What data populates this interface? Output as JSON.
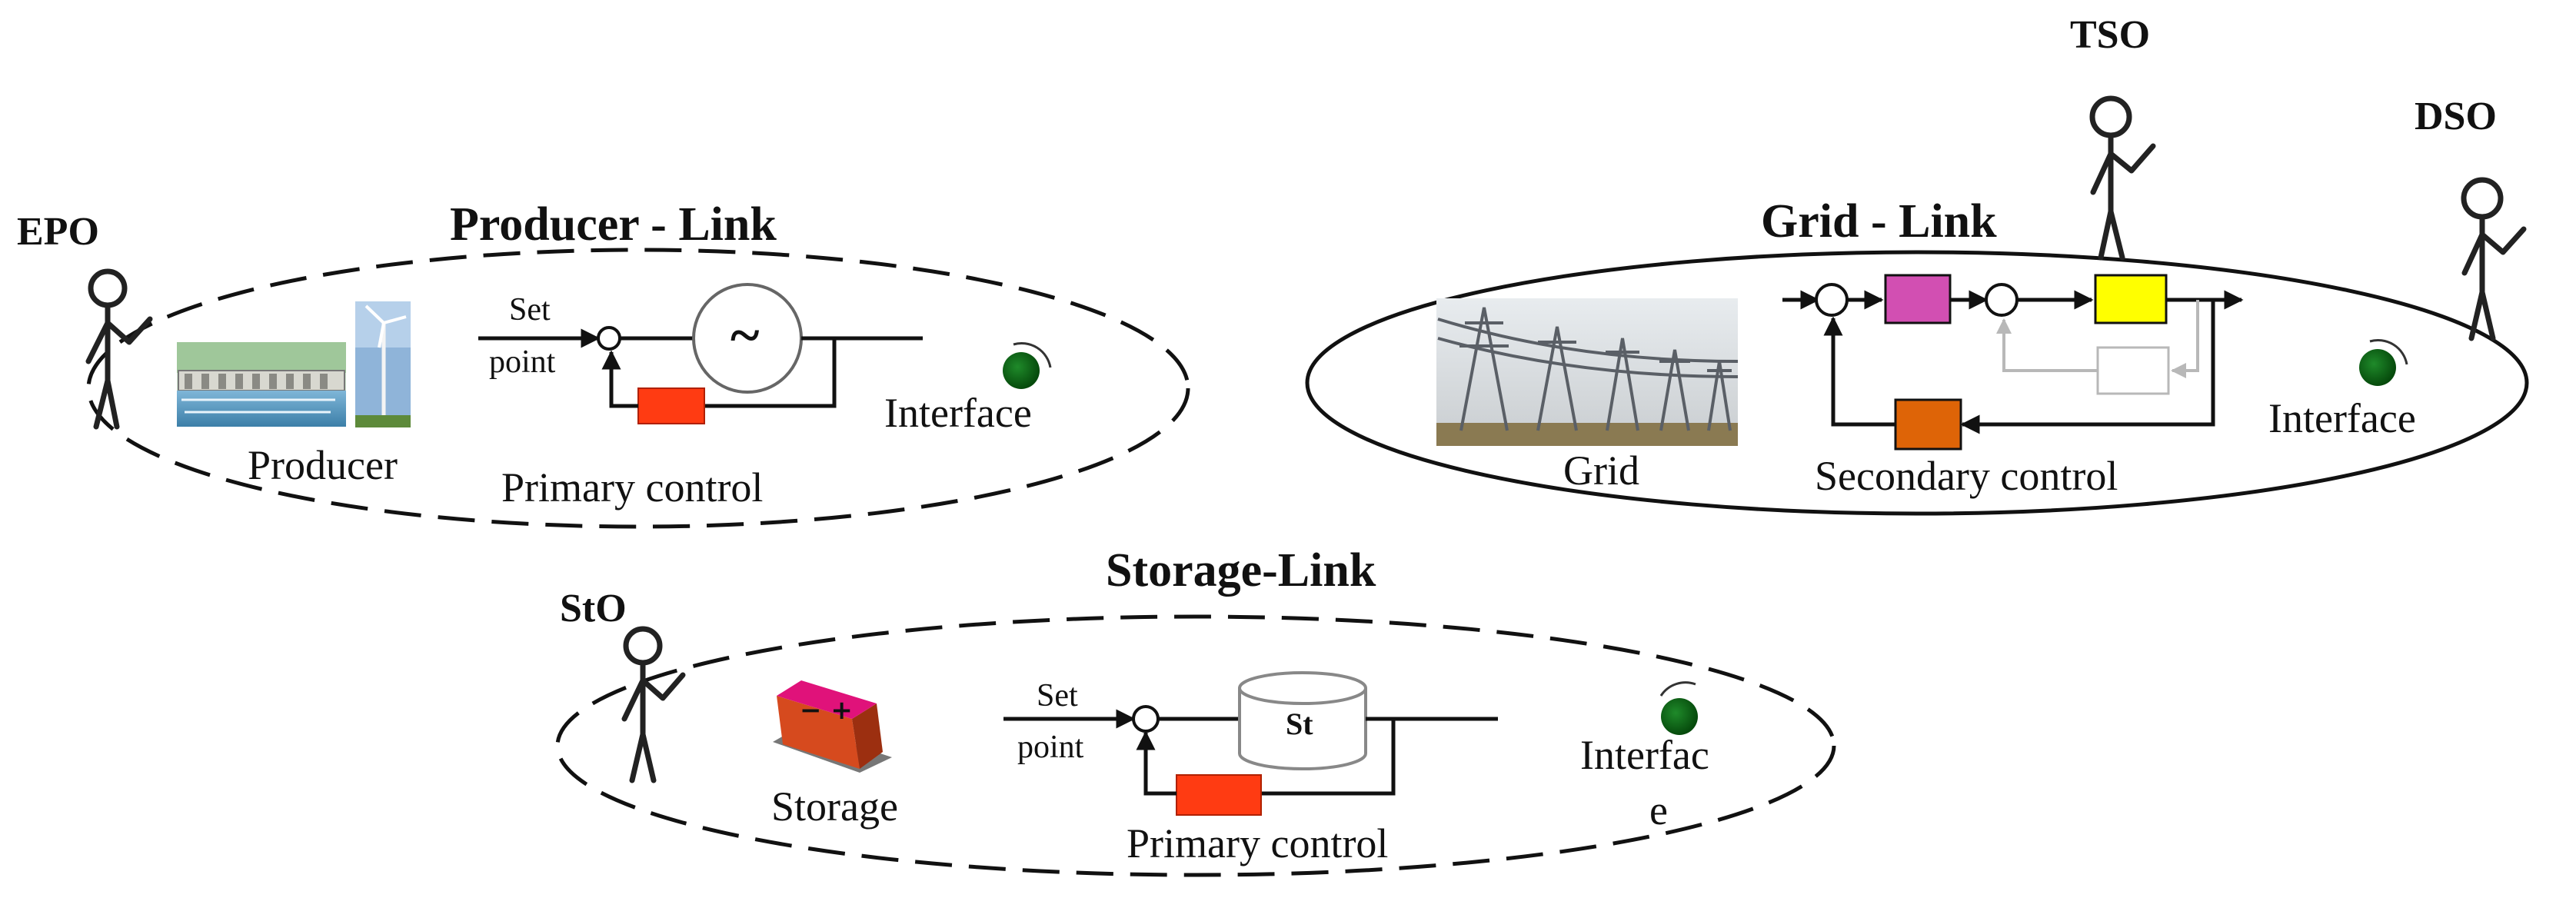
{
  "actors": {
    "epo": "EPO",
    "tso": "TSO",
    "dso": "DSO",
    "sto": "StO"
  },
  "producer_link": {
    "title": "Producer - Link",
    "asset_label": "Producer",
    "setpoint_line1": "Set",
    "setpoint_line2": "point",
    "generator_symbol": "~",
    "control_label": "Primary control",
    "interface_label": "Interface"
  },
  "grid_link": {
    "title": "Grid - Link",
    "asset_label": "Grid",
    "control_label": "Secondary control",
    "interface_label": "Interface"
  },
  "storage_link": {
    "title": "Storage-Link",
    "asset_label": "Storage",
    "setpoint_line1": "Set",
    "setpoint_line2": "point",
    "storage_symbol": "St",
    "control_label": "Primary control",
    "interface_line1": "Interfac",
    "interface_line2": "e"
  },
  "colors": {
    "controller_red": "#ff3b12",
    "controller_magenta": "#d24fb2",
    "controller_yellow": "#ffff00",
    "controller_orange": "#de6407",
    "interface_green": "#0b5c13",
    "battery_body": "#d64a1e",
    "battery_top": "#e0127a"
  }
}
